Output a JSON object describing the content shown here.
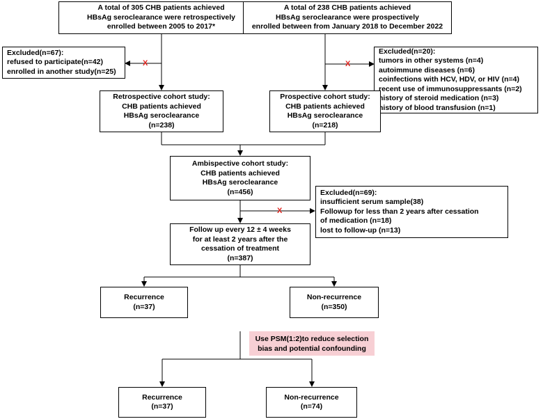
{
  "retro_enroll": [
    "A total of 305 CHB patients achieved",
    "HBsAg seroclearance were retrospectively",
    "enrolled between 2005 to 2017*"
  ],
  "prosp_enroll": [
    "A total of 238 CHB patients achieved",
    "HBsAg seroclearance were prospectively",
    "enrolled between from January 2018 to December 2022"
  ],
  "excluded_left": [
    "Excluded(n=67):",
    "refused to participate(n=42)",
    "enrolled in another study(n=25)"
  ],
  "excluded_right": [
    "Excluded(n=20):",
    "tumors in other systems (n=4)",
    "autoimmune diseases (n=6)",
    "coinfections with HCV, HDV, or HIV (n=4)",
    "recent use of immunosuppressants (n=2)",
    "history of steroid medication (n=3)",
    "history of blood transfusion (n=1)"
  ],
  "retro_cohort": [
    "Retrospective cohort study:",
    "CHB patients achieved",
    "HBsAg seroclearance",
    "(n=238)"
  ],
  "prosp_cohort": [
    "Prospective cohort study:",
    "CHB patients achieved",
    "HBsAg seroclearance",
    "(n=218)"
  ],
  "ambi_cohort": [
    "Ambispective cohort study:",
    "CHB patients achieved",
    "HBsAg seroclearance",
    "(n=456)"
  ],
  "excluded_mid": [
    "Excluded(n=69):",
    "insufficient serum sample(38)",
    "Followup for less than 2 years after cessation",
    "of medication (n=18)",
    "lost to follow-up (n=13)"
  ],
  "followup": [
    "Follow up every 12 ± 4 weeks",
    "for at least 2 years after the",
    "cessation of treatment",
    "(n=387)"
  ],
  "recurrence_1": [
    "Recurrence",
    "(n=37)"
  ],
  "nonrecurrence_1": [
    "Non-recurrence",
    "(n=350)"
  ],
  "psm_note": [
    "Use PSM(1:2)to reduce selection",
    "bias and potential confounding"
  ],
  "recurrence_2": [
    "Recurrence",
    "(n=37)"
  ],
  "nonrecurrence_2": [
    "Non-recurrence",
    "(n=74)"
  ],
  "exclusion_marker": "X",
  "colors": {
    "marker": "#e0201b",
    "note_bg": "#f7cfd4",
    "line": "#000000"
  }
}
